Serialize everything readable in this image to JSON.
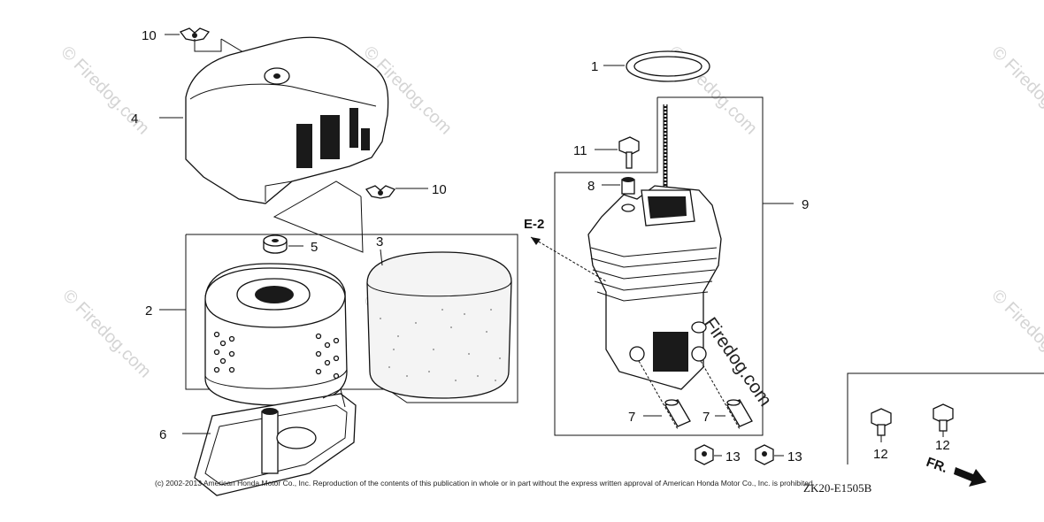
{
  "watermarks": {
    "text": "© Firedog.com",
    "diagram_overlay": "Firedog.com"
  },
  "callouts": {
    "p1": "1",
    "p2": "2",
    "p3": "3",
    "p4": "4",
    "p5": "5",
    "p6": "6",
    "p7a": "7",
    "p7b": "7",
    "p8": "8",
    "p9": "9",
    "p10a": "10",
    "p10b": "10",
    "p11": "11",
    "p12a": "12",
    "p12b": "12",
    "p13a": "13",
    "p13b": "13"
  },
  "reference": "E-2",
  "direction_marker": "FR.",
  "copyright": "(c) 2002-2013 American Honda Motor Co., Inc. Reproduction of the contents of this publication in whole or in part without the express written approval of American Honda Motor Co., Inc. is prohibited.",
  "diagram_code": "ZK20-E1505B"
}
